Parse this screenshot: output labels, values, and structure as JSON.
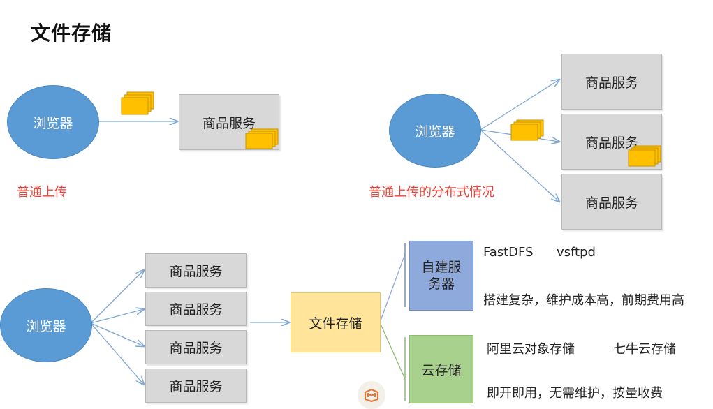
{
  "title": "文件存储",
  "browser_label": "浏览器",
  "service_label": "商品服务",
  "normal_upload_caption": "普通上传",
  "distributed_upload_caption": "普通上传的分布式情况",
  "file_storage_label": "文件存储",
  "self_built_label_line1": "自建服",
  "self_built_label_line2": "务器",
  "cloud_storage_label": "云存储",
  "self_built_tools": [
    "FastDFS",
    "vsftpd"
  ],
  "self_built_note": "搭建复杂，维护成本高，前期费用高",
  "cloud_products": [
    "阿里云对象存储",
    "七牛云存储"
  ],
  "cloud_note": "即开即用，无需维护，按量收费",
  "colors": {
    "ellipse": "#5b9bd5",
    "box": "#d8d8d8",
    "red_caption": "#e8433a",
    "file_storage": "#ffe49a",
    "self_built": "#8ea9db",
    "cloud": "#a9d18e",
    "file_icon": "#ffc000",
    "arrow": "#7fa7d6"
  },
  "icons": [
    "file-stack-icon",
    "watermark-logo-icon"
  ]
}
